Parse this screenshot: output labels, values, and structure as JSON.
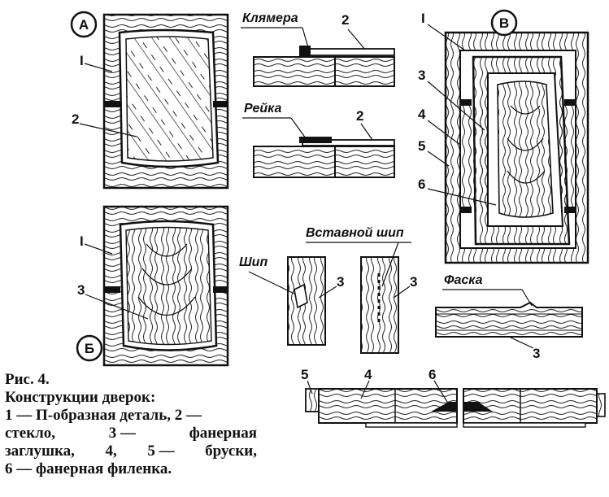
{
  "labels": {
    "panelA": "А",
    "panelB": "Б",
    "panelV": "В",
    "n1": "I",
    "n2": "2",
    "n3": "3",
    "n4": "4",
    "n5": "5",
    "n6": "6",
    "klyamera": "Клямера",
    "reyka": "Рейка",
    "ship": "Шип",
    "vstavnoy_ship": "Вставной шип",
    "faska": "Фаска"
  },
  "caption": {
    "title": "Рис. 4.",
    "heading": "Конструкции дверок:",
    "line1": "1 — П-образная деталь, 2 —",
    "line2_a": "стекло,",
    "line2_b": "3 —",
    "line2_c": "фанерная",
    "line3_a": "заглушка,",
    "line3_b": "4,",
    "line3_c": "5 —",
    "line3_d": "бруски,",
    "line4": "6 — фанерная филенка."
  }
}
